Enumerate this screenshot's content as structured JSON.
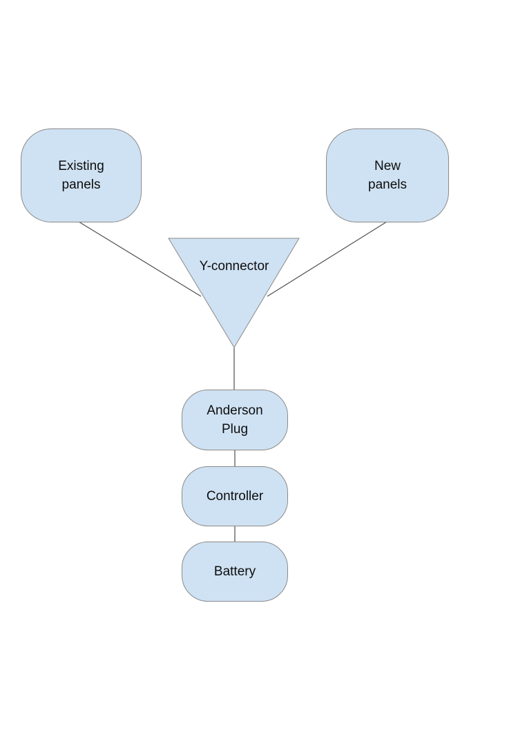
{
  "colors": {
    "background": "#ffffff",
    "node_fill": "#cfe2f3",
    "node_border": "#898989",
    "line_color": "#4d4d4d",
    "text_color": "#0d0d0d"
  },
  "nodes": {
    "existing_panels": {
      "label": "Existing\npanels"
    },
    "new_panels": {
      "label": "New\npanels"
    },
    "y_connector": {
      "label": "Y-connector"
    },
    "anderson_plug": {
      "label": "Anderson\nPlug"
    },
    "controller": {
      "label": "Controller"
    },
    "battery": {
      "label": "Battery"
    }
  },
  "edges": [
    {
      "from": "existing_panels",
      "to": "y_connector"
    },
    {
      "from": "new_panels",
      "to": "y_connector"
    },
    {
      "from": "y_connector",
      "to": "anderson_plug"
    },
    {
      "from": "anderson_plug",
      "to": "controller"
    },
    {
      "from": "controller",
      "to": "battery"
    }
  ]
}
